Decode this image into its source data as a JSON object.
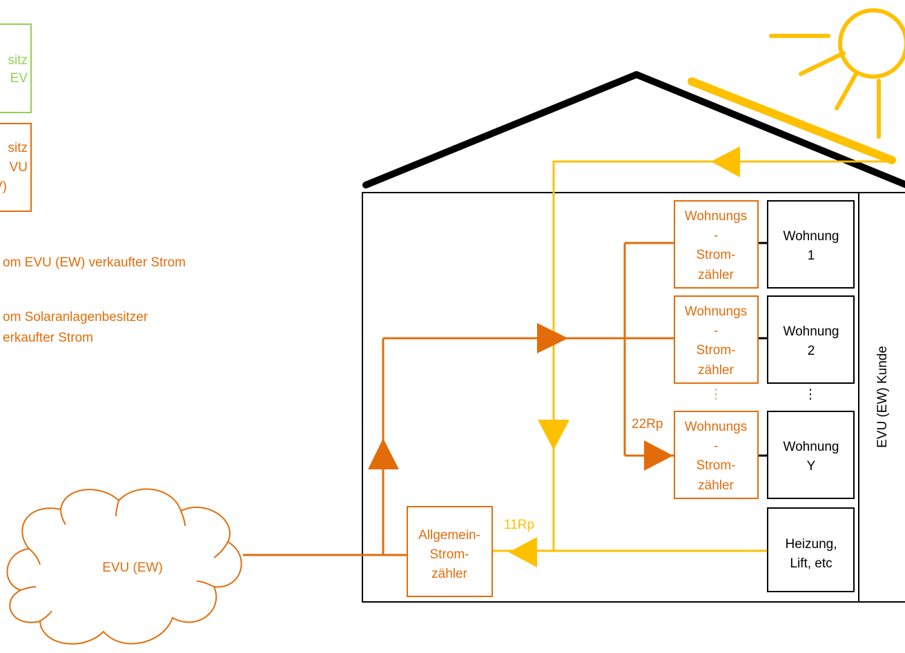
{
  "colors": {
    "orange": "#e36c0a",
    "yellow": "#ffc000",
    "green": "#92d050",
    "black": "#000000"
  },
  "legend": {
    "green_box_line1": "sitz",
    "green_box_line2": "EV",
    "orange_box_line1": "sitz",
    "orange_box_line2": "VU",
    "orange_box_line3": "V)",
    "arrow_label_evu": "om EVU (EW) verkaufter Strom",
    "arrow_label_solar_line1": "om Solaranlagenbesitzer",
    "arrow_label_solar_line2": "erkaufter Strom"
  },
  "cloud": {
    "label": "EVU (EW)"
  },
  "meters": {
    "general_line1": "Allgemein-",
    "general_line2": "Strom-",
    "general_line3": "zähler",
    "apartment_line1": "Wohnungs",
    "apartment_line2": "-",
    "apartment_line3": "Strom-",
    "apartment_line4": "zähler"
  },
  "apartments": {
    "a1_line1": "Wohnung",
    "a1_line2": "1",
    "a2_line1": "Wohnung",
    "a2_line2": "2",
    "ay_line1": "Wohnung",
    "ay_line2": "Y",
    "common_line1": "Heizung,",
    "common_line2": "Lift, etc",
    "ellipsis": "⋮"
  },
  "prices": {
    "p22": "22Rp",
    "p11": "11Rp"
  },
  "side_label": "EVU (EW) Kunde"
}
